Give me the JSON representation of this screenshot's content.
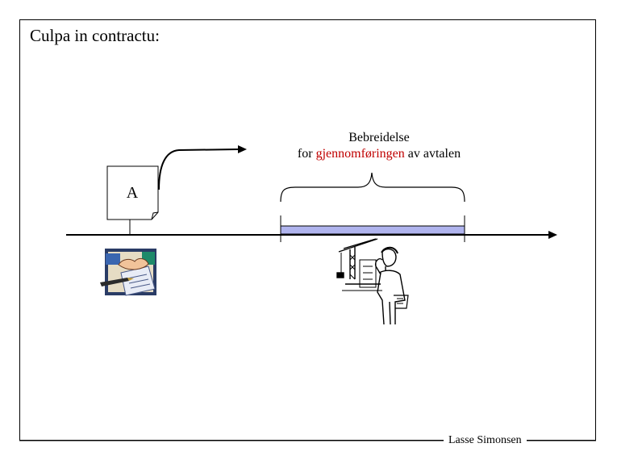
{
  "slide": {
    "title": "Culpa in contractu:",
    "document_label": "A",
    "bracket_label": {
      "line1": "Bebreidelse",
      "line2_prefix": "for ",
      "line2_highlight": "gjennomføringen",
      "line2_suffix": " av avtalen"
    },
    "footer": "Lasse Simonsen"
  },
  "colors": {
    "highlight": "#c00000",
    "period_bar": "#b0b4ee",
    "line": "#000000"
  },
  "icons": {
    "document": "document-icon",
    "handshake": "handshake-contract-icon",
    "worker": "construction-worker-icon"
  }
}
